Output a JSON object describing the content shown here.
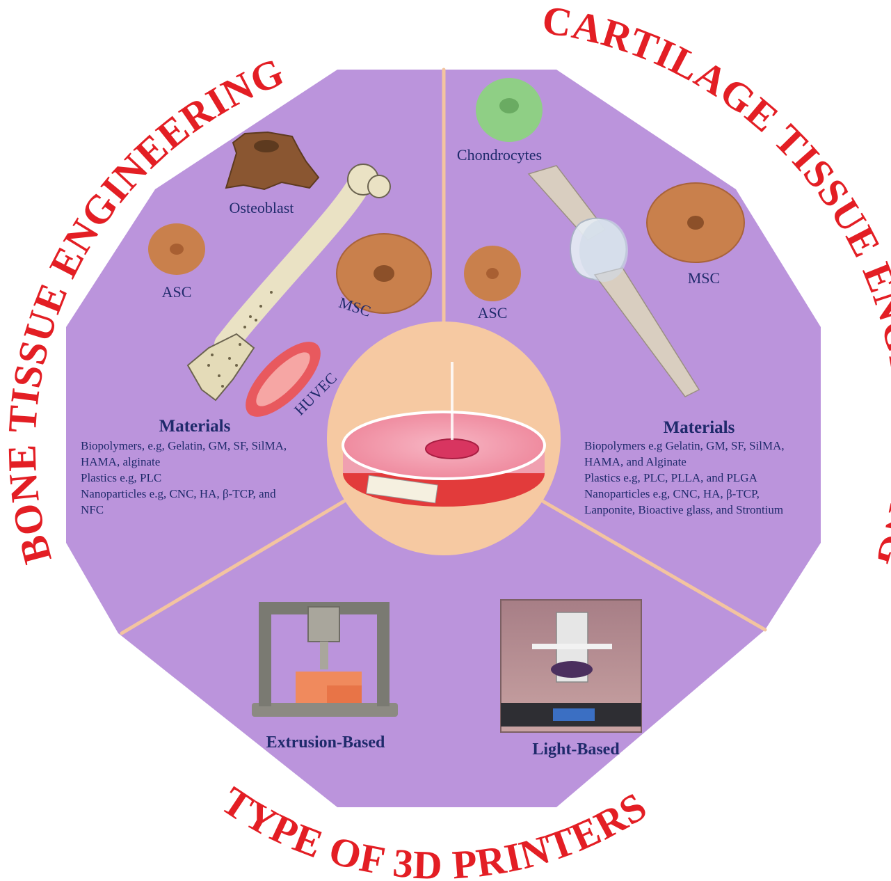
{
  "titles": {
    "bone": "BONE TISSUE ENGINEERING",
    "cartilage": "CARTILAGE TISSUE ENGINEERING",
    "printers": "TYPE OF 3D PRINTERS"
  },
  "bone_section": {
    "cells": {
      "osteoblast": "Osteoblast",
      "asc": "ASC",
      "msc": "MSC",
      "huvec": "HUVEC"
    },
    "materials_heading": "Materials",
    "materials_lines": [
      "Biopolymers, e.g, Gelatin, GM, SF, SilMA,",
      "HAMA, alginate",
      "Plastics e.g, PLC",
      "Nanoparticles e.g, CNC, HA, β-TCP, and",
      "NFC"
    ]
  },
  "cartilage_section": {
    "cells": {
      "chondrocytes": "Chondrocytes",
      "msc": "MSC",
      "asc": "ASC"
    },
    "materials_heading": "Materials",
    "materials_lines": [
      "Biopolymers e.g Gelatin, GM, SF, SilMA,",
      "HAMA, and Alginate",
      "Plastics e.g, PLC, PLLA, and PLGA",
      "Nanoparticles e.g, CNC, HA, β-TCP,",
      "Lanponite, Bioactive glass, and Strontium"
    ]
  },
  "printers_section": {
    "extrusion_label": "Extrusion-Based",
    "light_label": "Light-Based"
  },
  "colors": {
    "title_red": "#e31e24",
    "panel_purple": "#bb94dc",
    "divider": "#f3c4a0",
    "center_disc": "#f6c9a2",
    "label_navy": "#1f2a6b",
    "cell_brown": "#c9804c",
    "chondrocyte_green": "#8fcf85"
  },
  "icons": {
    "center": "petri-dish-icon",
    "bone": "femur-bone-icon",
    "knee": "knee-joint-icon",
    "extrusion": "extrusion-printer-icon",
    "light": "light-printer-icon"
  }
}
